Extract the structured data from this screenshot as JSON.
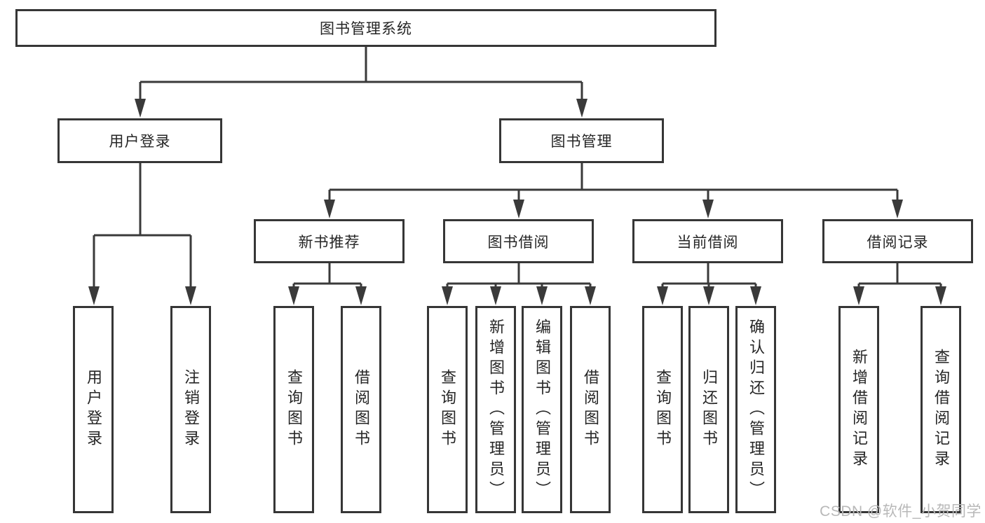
{
  "diagram_title": "图书管理系统",
  "tree": {
    "root": {
      "label": "图书管理系统",
      "children": [
        {
          "label": "用户登录",
          "children": [
            {
              "label": "用户登录"
            },
            {
              "label": "注销登录"
            }
          ]
        },
        {
          "label": "图书管理",
          "children": [
            {
              "label": "新书推荐",
              "children": [
                {
                  "label": "查询图书"
                },
                {
                  "label": "借阅图书"
                }
              ]
            },
            {
              "label": "图书借阅",
              "children": [
                {
                  "label": "查询图书"
                },
                {
                  "label": "新增图书（管理员）"
                },
                {
                  "label": "编辑图书（管理员）"
                },
                {
                  "label": "借阅图书"
                }
              ]
            },
            {
              "label": "当前借阅",
              "children": [
                {
                  "label": "查询图书"
                },
                {
                  "label": "归还图书"
                },
                {
                  "label": "确认归还（管理员）"
                }
              ]
            },
            {
              "label": "借阅记录",
              "children": [
                {
                  "label": "新增借阅记录"
                },
                {
                  "label": "查询借阅记录"
                }
              ]
            }
          ]
        }
      ]
    }
  },
  "watermark": "CSDN @软件_小贺同学",
  "colors": {
    "line": "#3a3a3a",
    "box_border": "#363636",
    "text": "#262626",
    "background": "#ffffff",
    "watermark": "#b8b8b8"
  }
}
